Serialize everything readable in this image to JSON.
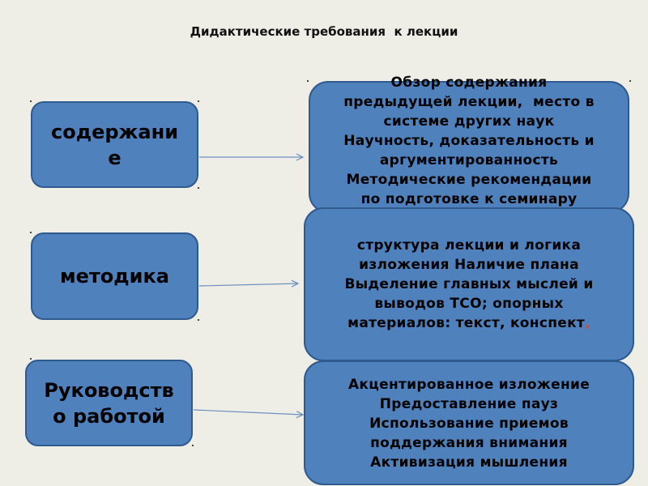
{
  "title": "Дидактические требования  к лекции",
  "rows": [
    {
      "left_lines": [
        "содержани",
        "е"
      ],
      "right_lines": [
        "Обзор содержания",
        "предыдущей лекции,  место в",
        "системе других наук",
        "Научность, доказательность и",
        "аргументированность",
        "Методические рекомендации",
        "по подготовке к семинару"
      ]
    },
    {
      "left_lines": [
        "методика"
      ],
      "right_lines": [
        "структура лекции и логика",
        "изложения Наличие плана",
        "Выделение главных мыслей и",
        "выводов ТСО; опорных",
        "материалов: текст, конспект"
      ],
      "right_trailing_mark": ","
    },
    {
      "left_lines": [
        "Руководств",
        "о работой"
      ],
      "right_lines": [
        "Акцентированное изложение",
        "Предоставление пауз",
        "Использование приемов",
        "поддержания внимания",
        "Активизация мышления"
      ]
    }
  ],
  "colors": {
    "box_fill": "#4f81bd",
    "box_border": "#2e5a8e",
    "background": "#eeede6",
    "arrow": "#6b8fbf"
  }
}
